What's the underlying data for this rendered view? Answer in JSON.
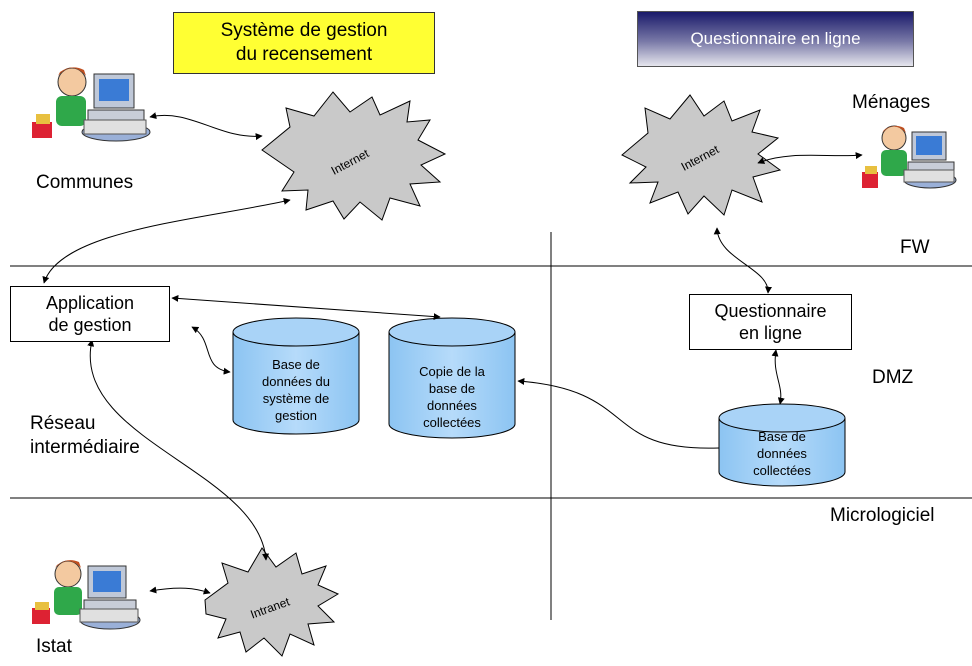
{
  "titles": {
    "census_system": "Système de gestion\ndu recensement",
    "online_questionnaire": "Questionnaire en ligne"
  },
  "actors": {
    "communes": "Communes",
    "menages": "Ménages",
    "istat": "Istat"
  },
  "clouds": {
    "internet_left": "Internet",
    "internet_right": "Internet",
    "intranet": "Intranet"
  },
  "boxes": {
    "app_gestion": "Application\nde gestion",
    "questionnaire": "Questionnaire\nen ligne"
  },
  "databases": {
    "system_db": "Base de\ndonnées du\nsystème de\ngestion",
    "copy_db": "Copie de la\nbase de\ndonnées\ncollectées",
    "collected_db": "Base de\ndonnées\ncollectées"
  },
  "zones": {
    "fw": "FW",
    "dmz": "DMZ",
    "reseau": "Réseau\nintermédiaire",
    "micrologiciel": "Micrologiciel"
  },
  "colors": {
    "title_yellow": "#ffff33",
    "db_fill": "#a9d3f7",
    "line": "#000000"
  },
  "icons": [
    "computer-user-icon"
  ]
}
